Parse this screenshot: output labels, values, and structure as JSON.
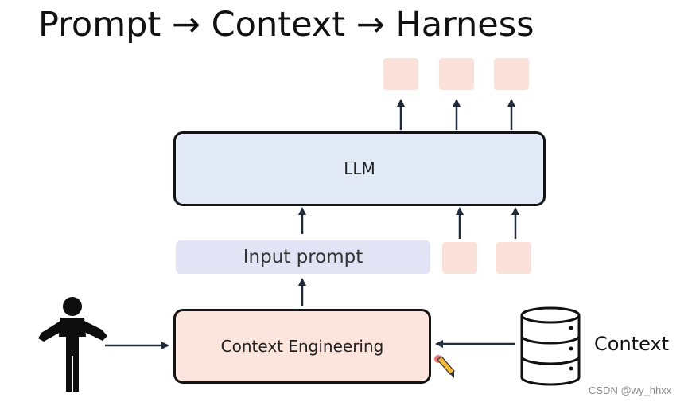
{
  "title": "Prompt → Context → Harness",
  "diagram": {
    "llm_label": "LLM",
    "input_prompt_label": "Input prompt",
    "context_engineering_label": "Context Engineering",
    "context_label": "Context"
  },
  "watermark": "CSDN @wy_hhxx",
  "colors": {
    "llm_fill": "#e3eaf7",
    "prompt_fill": "#e2e4f6",
    "context_engineering_fill": "#fbe5dd",
    "token_fill": "#fbe1d9",
    "stroke": "#141414"
  }
}
